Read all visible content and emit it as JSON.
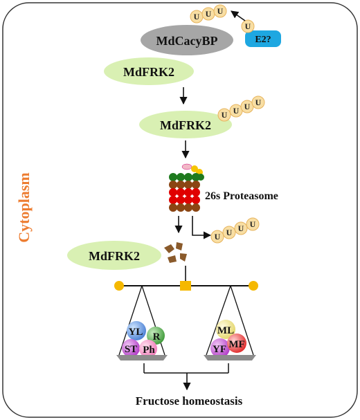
{
  "compartment_label": "Cytoplasm",
  "proteins": {
    "cacybp": "MdCacyBP",
    "frk2_top": "MdFRK2",
    "frk2_ub": "MdFRK2",
    "frk2_bottom": "MdFRK2"
  },
  "e2_label": "E2?",
  "ubiquitin_letter": "U",
  "proteasome_label": "26s Proteasome",
  "balance": {
    "left_tissues": [
      "YL",
      "R",
      "ST",
      "Ph"
    ],
    "right_tissues": [
      "ML",
      "YF",
      "MF"
    ]
  },
  "outcome_label": "Fructose homeostasis",
  "colors": {
    "frk2_fill": "#d9f0b3",
    "cacybp_fill": "#a6a6a6",
    "e2_fill": "#1ea7e1",
    "ubiquitin_fill": "#f8dea3",
    "cytoplasm_text": "#ed7d31",
    "balance_joint": "#f5b800",
    "proteasome_green": "#1e7a1e",
    "proteasome_red": "#e00000",
    "proteasome_brown": "#8b4513",
    "fragments": "#8a5a2b"
  }
}
